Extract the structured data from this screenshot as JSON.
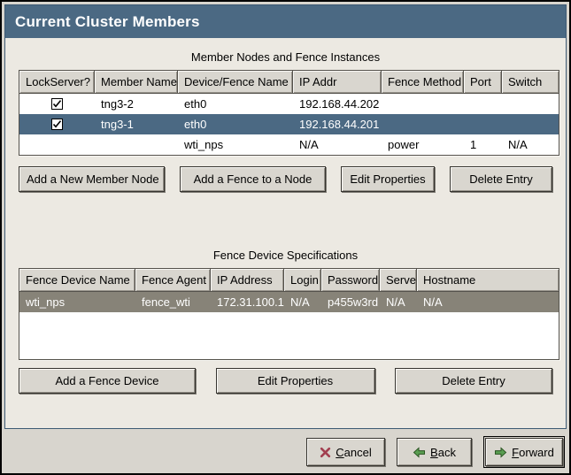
{
  "window": {
    "title": "Current Cluster Members"
  },
  "member_section": {
    "caption": "Member Nodes and Fence Instances",
    "columns": [
      "LockServer?",
      "Member Name",
      "Device/Fence Name",
      "IP Addr",
      "Fence Method",
      "Port",
      "Switch"
    ],
    "rows": [
      {
        "lockserver": true,
        "member_name": "tng3-2",
        "device_fence_name": "eth0",
        "ip_addr": "192.168.44.202",
        "fence_method": "",
        "port": "",
        "switch": "",
        "selected": false
      },
      {
        "lockserver": true,
        "member_name": "tng3-1",
        "device_fence_name": "eth0",
        "ip_addr": "192.168.44.201",
        "fence_method": "",
        "port": "",
        "switch": "",
        "selected": true
      },
      {
        "lockserver": false,
        "member_name": "",
        "device_fence_name": "wti_nps",
        "ip_addr": "N/A",
        "fence_method": "power",
        "port": "1",
        "switch": "N/A",
        "selected": false
      }
    ],
    "buttons": {
      "add_member": "Add a New Member Node",
      "add_fence": "Add a Fence to a Node",
      "edit": "Edit Properties",
      "delete": "Delete Entry"
    }
  },
  "fence_section": {
    "caption": "Fence Device Specifications",
    "columns": [
      "Fence Device Name",
      "Fence Agent",
      "IP Address",
      "Login",
      "Password",
      "Server",
      "Hostname"
    ],
    "rows": [
      {
        "fence_device_name": "wti_nps",
        "fence_agent": "fence_wti",
        "ip_address": "172.31.100.1",
        "login": "N/A",
        "password": "p455w3rd",
        "server": "N/A",
        "hostname": "N/A",
        "selected": true
      }
    ],
    "buttons": {
      "add_device": "Add a Fence Device",
      "edit": "Edit Properties",
      "delete": "Delete Entry"
    }
  },
  "footer": {
    "cancel": {
      "key": "C",
      "rest": "ancel"
    },
    "back": {
      "key": "B",
      "rest": "ack"
    },
    "forward": {
      "key": "F",
      "rest": "orward"
    }
  },
  "colors": {
    "titlebar_bg": "#4b6983",
    "selected_row_bg": "#4b6983",
    "inactive_selected_row_bg": "#878378",
    "content_bg": "#ece9e2",
    "frame_bg": "#d8d5ce",
    "control_bg": "#d9d6cf",
    "cancel_icon": "#a23f50",
    "arrow_icon": "#5a9e52"
  }
}
